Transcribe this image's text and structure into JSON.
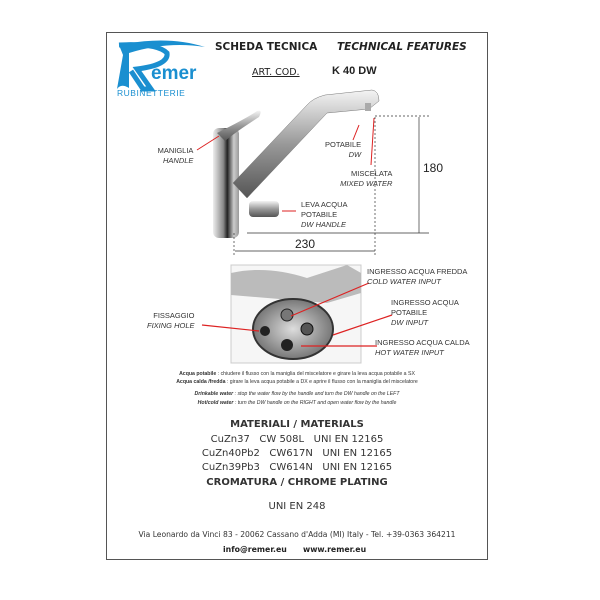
{
  "brand": {
    "logo_text": "emer",
    "tagline": "RUBINETTERIE",
    "color": "#1a8fd0"
  },
  "header": {
    "title_it": "SCHEDA TECNICA",
    "title_en": "TECHNICAL FEATURES",
    "art_label": "ART. COD.",
    "art_code": "K 40 DW"
  },
  "diagram1": {
    "handle_it": "MANIGLIA",
    "handle_en": "HANDLE",
    "dw_it": "POTABILE",
    "dw_en": "DW",
    "mixed_it": "MISCELATA",
    "mixed_en": "MIXED WATER",
    "lever_it1": "LEVA ACQUA",
    "lever_it2": "POTABILE",
    "lever_en": "DW HANDLE",
    "height": "180",
    "width": "230"
  },
  "diagram2": {
    "cold_it": "INGRESSO ACQUA FREDDA",
    "cold_en": "COLD WATER INPUT",
    "dwin_it1": "INGRESSO ACQUA",
    "dwin_it2": "POTABILE",
    "dwin_en": "DW INPUT",
    "hot_it": "INGRESSO ACQUA CALDA",
    "hot_en": "HOT WATER INPUT",
    "fix_it": "FISSAGGIO",
    "fix_en": "FIXING HOLE"
  },
  "notes": [
    {
      "term": "Acqua potabile",
      "text": " : chiudere il flusso con la maniglia del miscelatore e girare la leva acqua potabile a SX"
    },
    {
      "term": "Acqua calda /fredda",
      "text": " : girare la leva acqua potabile a DX e aprire il flusso con la maniglia del miscelatore"
    },
    {
      "term": "Drinkable water",
      "text": " : stop the water flow by the handle and turn the DW handle on the LEFT"
    },
    {
      "term": "Hot/cold water",
      "text": " : turn the DW handle on the RIGHT and open water flow by the handle"
    }
  ],
  "materials": {
    "title": "MATERIALI / MATERIALS",
    "lines": [
      "CuZn37   CW 508L   UNI EN 12165",
      "CuZn40Pb2   CW617N   UNI EN 12165",
      "CuZn39Pb3   CW614N   UNI EN 12165"
    ],
    "plating_title": "CROMATURA / CHROME PLATING",
    "plating_std": "UNI EN 248"
  },
  "footer": {
    "address": "Via Leonardo da Vinci 83 - 20062 Cassano d'Adda (MI) Italy - Tel. +39-0363 364211",
    "email": "info@remer.eu",
    "web": "www.remer.eu"
  }
}
